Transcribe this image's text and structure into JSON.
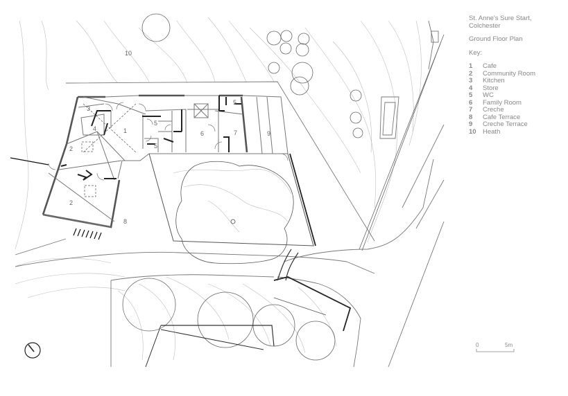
{
  "project": {
    "title_line1": "St. Anne's Sure Start,",
    "title_line2": "Colchester",
    "drawing": "Ground Floor Plan",
    "key_heading": "Key:"
  },
  "key": [
    {
      "num": "1",
      "label": "Cafe"
    },
    {
      "num": "2",
      "label": "Community Room"
    },
    {
      "num": "3",
      "label": "Kitchen"
    },
    {
      "num": "4",
      "label": "Store"
    },
    {
      "num": "5",
      "label": "WC"
    },
    {
      "num": "6",
      "label": "Family Room"
    },
    {
      "num": "7",
      "label": "Creche"
    },
    {
      "num": "8",
      "label": "Cafe Terrace"
    },
    {
      "num": "9",
      "label": "Creche Terrace"
    },
    {
      "num": "10",
      "label": "Heath"
    }
  ],
  "room_labels": {
    "heath": "10",
    "cafe": "1",
    "community_upper": "2",
    "community_lower": "2",
    "kitchen": "3",
    "store": "4",
    "wc_a": "5",
    "wc_b": "5",
    "wc_c": "5",
    "family": "6",
    "creche": "7",
    "cafe_terrace": "8",
    "creche_terrace": "9"
  },
  "scale": {
    "start": "0",
    "end": "5m"
  },
  "colors": {
    "line": "#8a8a8a",
    "wall": "#555555",
    "dark": "#111111"
  }
}
